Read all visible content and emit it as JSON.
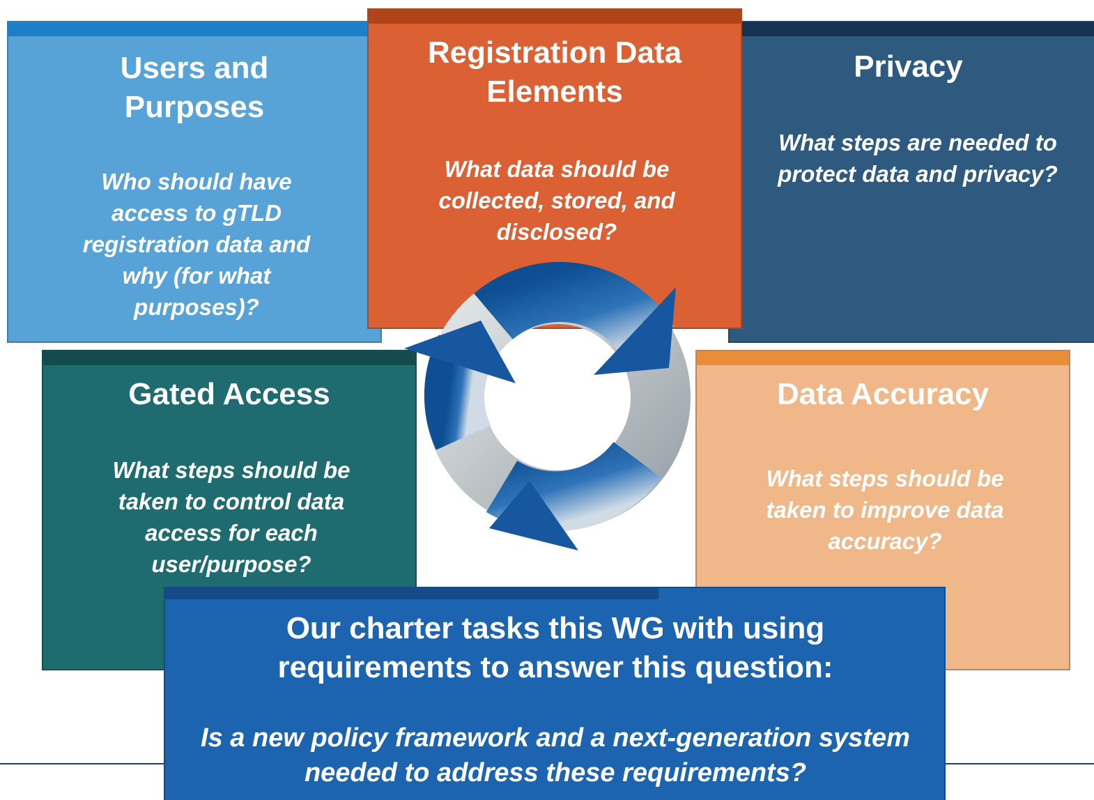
{
  "colors": {
    "users": "#57a3d8",
    "registration": "#db6034",
    "privacy": "#2e5a80",
    "gated": "#1e6b70",
    "accuracy": "#f0b888",
    "charter": "#1c64b0",
    "rule": "#1c3f8a"
  },
  "boxes": {
    "users": {
      "title": "Users and Purposes",
      "question": "Who should have access to gTLD registration data and why (for what purposes)?"
    },
    "registration": {
      "title": "Registration Data Elements",
      "question": "What data should be collected, stored, and disclosed?"
    },
    "privacy": {
      "title": "Privacy",
      "question": "What steps are needed to protect data and privacy?"
    },
    "gated": {
      "title": "Gated Access",
      "question": "What steps should be taken to control data access for each user/purpose?"
    },
    "accuracy": {
      "title": "Data Accuracy",
      "question": "What steps should be taken to improve data accuracy?"
    }
  },
  "charter": {
    "statement": "Our charter tasks this WG with using requirements to answer this question:",
    "question": "Is a new policy framework and a next-generation system needed to address these requirements?"
  },
  "cycle": {
    "icon": "cycle-arrows-icon"
  }
}
